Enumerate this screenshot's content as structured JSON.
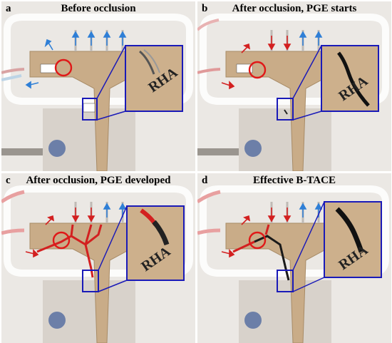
{
  "panels": [
    {
      "letter": "a",
      "title": "Before occlusion"
    },
    {
      "letter": "b",
      "title": "After occlusion, PGE starts"
    },
    {
      "letter": "c",
      "title": "After occlusion, PGE developed"
    },
    {
      "letter": "d",
      "title": "Effective B-TACE"
    }
  ],
  "zoom_label": "RHA",
  "colors": {
    "flow_blue": "#2f7fd6",
    "flow_red": "#d32020",
    "highlight_red": "#e01818",
    "box_blue": "#1a1ab8"
  }
}
